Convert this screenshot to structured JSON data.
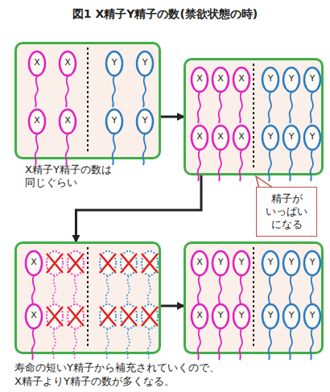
{
  "diagram": {
    "title": "図1 X精子Y精子の数(禁欲状態の時)",
    "caption": "寿命の短いY精子から補充されていくので、 X精子よりY精子の数が多くなる。",
    "nodes": [
      {
        "text": [
          "X精子Y精子の数は 同じぐらい"
        ]
      },
      {
        "text": [
          "X"
        ],
        "in": 0
      },
      {
        "text": [
          "X"
        ],
        "in": 0
      },
      {
        "text": [
          "Y"
        ],
        "in": 0
      },
      {
        "text": [
          "Y"
        ],
        "in": 0
      },
      {
        "text": [
          "X"
        ],
        "in": 0
      },
      {
        "text": [
          "X"
        ],
        "in": 0
      },
      {
        "text": [
          "Y"
        ],
        "in": 0
      },
      {
        "text": [
          "Y"
        ],
        "in": 0
      },
      {},
      {
        "text": [
          "X"
        ],
        "in": 9
      },
      {
        "text": [
          "X"
        ],
        "in": 9
      },
      {
        "text": [
          "X"
        ],
        "in": 9
      },
      {
        "text": [
          "Y"
        ],
        "in": 9
      },
      {
        "text": [
          "Y"
        ],
        "in": 9
      },
      {
        "text": [
          "Y"
        ],
        "in": 9
      },
      {
        "text": [
          "X"
        ],
        "in": 9
      },
      {
        "text": [
          "X"
        ],
        "in": 9
      },
      {
        "text": [
          "X"
        ],
        "in": 9
      },
      {
        "text": [
          "Y"
        ],
        "in": 9
      },
      {
        "text": [
          "Y"
        ],
        "in": 9
      },
      {
        "text": [
          "Y"
        ],
        "in": 9
      },
      {
        "text": [
          "精子が いっぱい になる"
        ]
      },
      {},
      {
        "text": [
          "X"
        ],
        "in": 23
      },
      {
        "text": [
          "X"
        ],
        "in": 23
      },
      {},
      {
        "text": [
          "X"
        ],
        "in": 26
      },
      {
        "text": [
          "Y"
        ],
        "in": 26
      },
      {
        "text": [
          "Y"
        ],
        "in": 26
      },
      {
        "text": [
          "Y"
        ],
        "in": 26
      },
      {
        "text": [
          "Y"
        ],
        "in": 26
      },
      {
        "text": [
          "Y"
        ],
        "in": 26
      },
      {
        "text": [
          "X"
        ],
        "in": 26
      },
      {
        "text": [
          "Y"
        ],
        "in": 26
      },
      {
        "text": [
          "Y"
        ],
        "in": 26
      },
      {
        "text": [
          "Y"
        ],
        "in": 26
      },
      {
        "text": [
          "Y"
        ],
        "in": 26
      },
      {
        "text": [
          "Y"
        ],
        "in": 26
      }
    ],
    "edges": [
      {
        "from": 0,
        "to": 9,
        "arrow": "to"
      },
      {
        "from": 9,
        "to": 23,
        "arrow": "to"
      },
      {
        "from": 23,
        "to": 26,
        "arrow": "to"
      }
    ]
  }
}
